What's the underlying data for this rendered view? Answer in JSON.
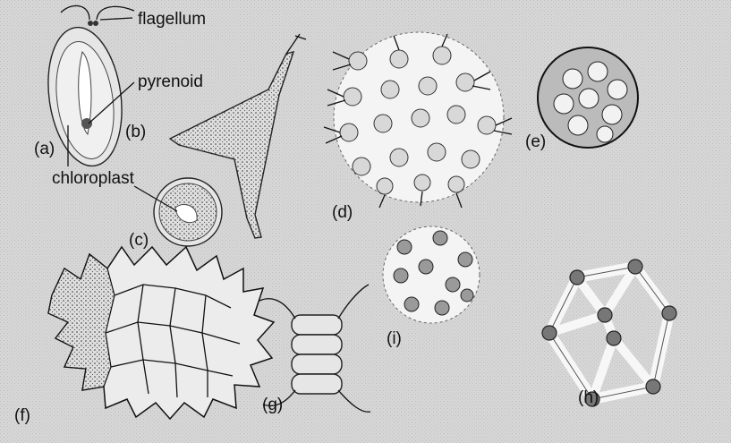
{
  "figure": {
    "labels": {
      "flagellum": "flagellum",
      "pyrenoid": "pyrenoid",
      "chloroplast": "chloroplast",
      "a": "(a)",
      "b": "(b)",
      "c": "(c)",
      "d": "(d)",
      "e": "(e)",
      "f": "(f)",
      "g": "(g)",
      "h": "(h)",
      "i": "(i)"
    },
    "colors": {
      "background": "#d4d4d4",
      "ink": "#111111",
      "cell_fill": "#e6e6e6"
    }
  }
}
